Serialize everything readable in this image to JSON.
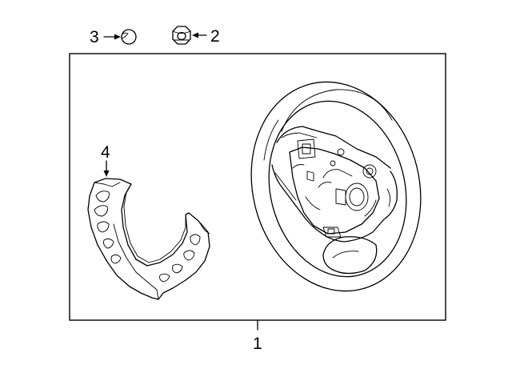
{
  "callouts": {
    "part_1": "1",
    "part_2": "2",
    "part_3": "3",
    "part_4": "4"
  },
  "parts": [
    {
      "callout": "1",
      "icon": "steering-wheel-icon"
    },
    {
      "callout": "2",
      "icon": "hex-nut-icon"
    },
    {
      "callout": "3",
      "icon": "plug-cap-icon"
    },
    {
      "callout": "4",
      "icon": "switch-trim-cover-icon"
    }
  ],
  "colors": {
    "line": "#000000",
    "background": "#ffffff"
  }
}
